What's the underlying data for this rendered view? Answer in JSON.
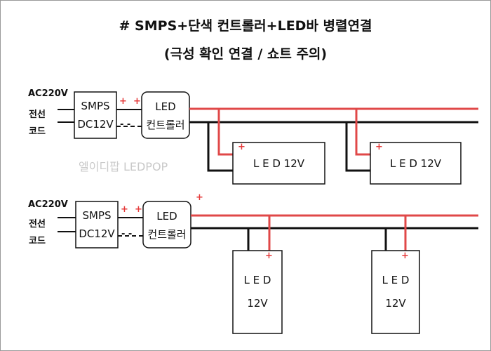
{
  "title": "# SMPS+단색 컨트롤러+LED바 병렬연결",
  "subtitle": "(극성 확인 연결 / 쇼트 주의)",
  "input": {
    "line1": "AC220V",
    "line2": "전선",
    "line3": "코드"
  },
  "smps": {
    "line1": "SMPS",
    "line2": "DC12V"
  },
  "controller": {
    "line1": "LED",
    "line2": "컨트롤러"
  },
  "led_horizontal": "L E D 12V",
  "led_vertical": {
    "line1": "L E D",
    "line2": "12V"
  },
  "plus": "+",
  "minus": "- -",
  "watermark": "엘이디팝 LEDPOP",
  "colors": {
    "positive": "#e04848",
    "negative": "#111111"
  }
}
